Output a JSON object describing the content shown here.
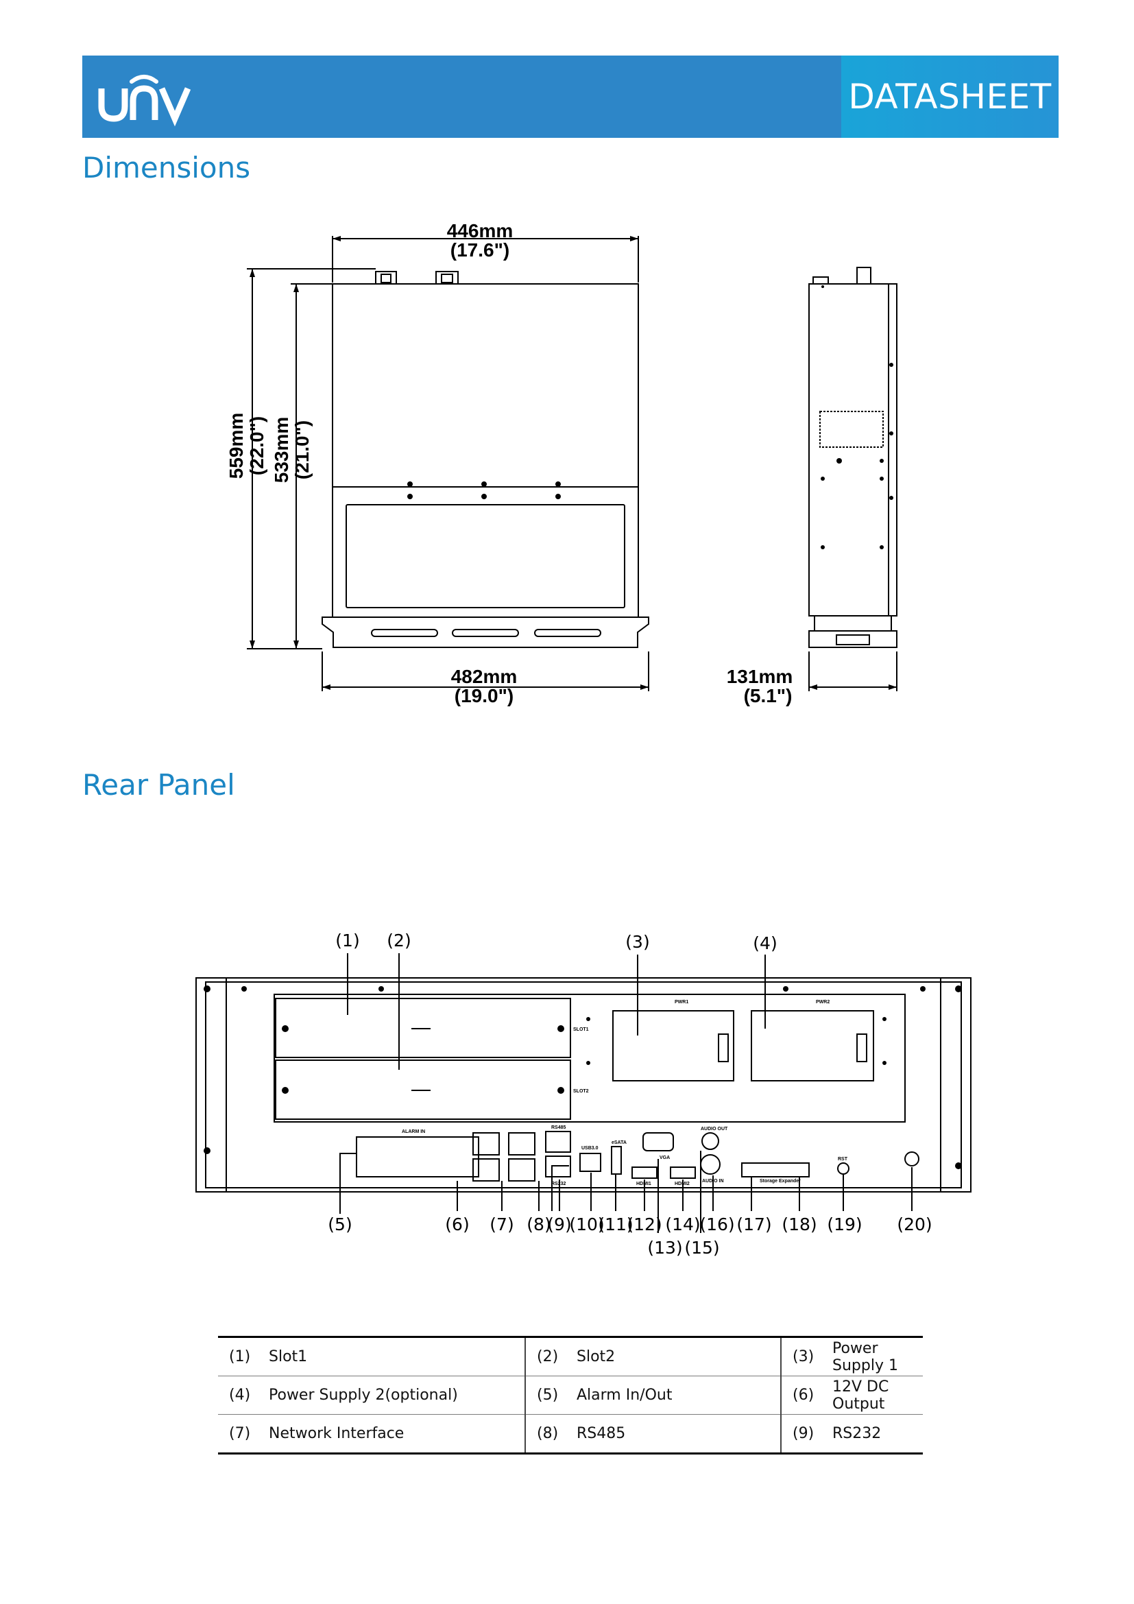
{
  "header": {
    "logo_text": "unv",
    "title": "DATASHEET"
  },
  "colors": {
    "banner_blue": "#2d86c8",
    "banner_accent": "#1aa4d8",
    "heading_blue": "#1b86c4"
  },
  "sections": {
    "dimensions": "Dimensions",
    "rear_panel": "Rear Panel"
  },
  "dimensions": {
    "width_mm": "446mm",
    "width_in": "(17.6\")",
    "overall_width_mm": "482mm",
    "overall_width_in": "(19.0\")",
    "depth_mm": "559mm",
    "depth_in": "(22.0\")",
    "inner_depth_mm": "533mm",
    "inner_depth_in": "(21.0\")",
    "height_mm": "131mm",
    "height_in": "(5.1\")"
  },
  "rear_panel_labels": {
    "slot1": "SLOT1",
    "slot2": "SLOT2",
    "pwr1": "PWR1",
    "pwr2": "PWR2",
    "alarm": "ALARM IN",
    "audio_out": "AUDIO OUT",
    "audio_in": "AUDIO IN",
    "vga": "VGA",
    "hdmi1": "HDMI1",
    "hdmi2": "HDMI2",
    "esata": "eSATA",
    "usb": "USB3.0",
    "rs485": "RS485",
    "rs232": "RS232",
    "storage": "Storage Expander",
    "rst": "RST"
  },
  "callouts": [
    "(1)",
    "(2)",
    "(3)",
    "(4)",
    "(5)",
    "(6)",
    "(7)",
    "(8)",
    "(9)",
    "(10)",
    "(11)",
    "(12)",
    "(13)",
    "(14)",
    "(15)",
    "(16)",
    "(17)",
    "(18)",
    "(19)",
    "(20)"
  ],
  "legend_rows": [
    [
      {
        "num": "(1)",
        "label": "Slot1"
      },
      {
        "num": "(2)",
        "label": "Slot2"
      },
      {
        "num": "(3)",
        "label": "Power Supply 1"
      }
    ],
    [
      {
        "num": "(4)",
        "label": "Power Supply 2(optional)"
      },
      {
        "num": "(5)",
        "label": "Alarm In/Out"
      },
      {
        "num": "(6)",
        "label": "12V DC Output"
      }
    ],
    [
      {
        "num": "(7)",
        "label": "Network Interface"
      },
      {
        "num": "(8)",
        "label": "RS485"
      },
      {
        "num": "(9)",
        "label": "RS232"
      }
    ]
  ]
}
